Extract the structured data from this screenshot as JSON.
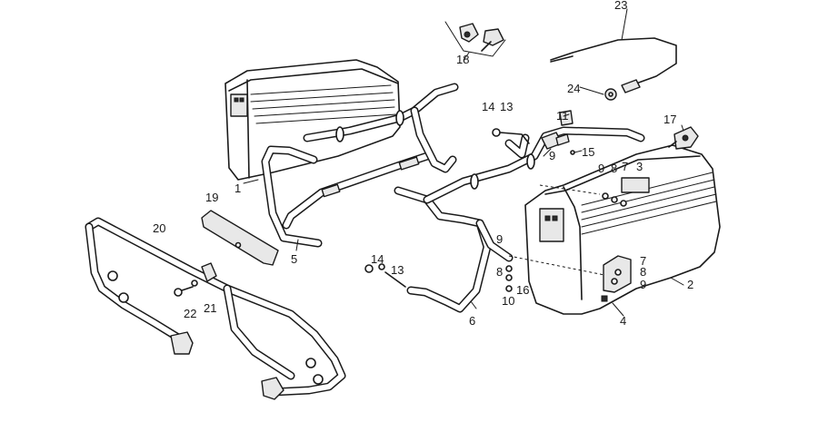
{
  "callouts": [
    {
      "id": "c1",
      "text": "1"
    },
    {
      "id": "c2",
      "text": "2"
    },
    {
      "id": "c3",
      "text": "3"
    },
    {
      "id": "c4",
      "text": "4"
    },
    {
      "id": "c5",
      "text": "5"
    },
    {
      "id": "c6",
      "text": "6"
    },
    {
      "id": "c7a",
      "text": "7"
    },
    {
      "id": "c7b",
      "text": "7"
    },
    {
      "id": "c8a",
      "text": "8"
    },
    {
      "id": "c8b",
      "text": "8"
    },
    {
      "id": "c8c",
      "text": "8"
    },
    {
      "id": "c9a",
      "text": "9"
    },
    {
      "id": "c9b",
      "text": "9"
    },
    {
      "id": "c9c",
      "text": "9"
    },
    {
      "id": "c9d",
      "text": "9"
    },
    {
      "id": "c10",
      "text": "10"
    },
    {
      "id": "c11",
      "text": "11"
    },
    {
      "id": "c13a",
      "text": "13"
    },
    {
      "id": "c13b",
      "text": "13"
    },
    {
      "id": "c14a",
      "text": "14"
    },
    {
      "id": "c14b",
      "text": "14"
    },
    {
      "id": "c15",
      "text": "15"
    },
    {
      "id": "c16",
      "text": "16"
    },
    {
      "id": "c17",
      "text": "17"
    },
    {
      "id": "c18",
      "text": "18"
    },
    {
      "id": "c19",
      "text": "19"
    },
    {
      "id": "c20",
      "text": "20"
    },
    {
      "id": "c21",
      "text": "21"
    },
    {
      "id": "c22",
      "text": "22"
    },
    {
      "id": "c23",
      "text": "23"
    },
    {
      "id": "c24",
      "text": "24"
    }
  ]
}
